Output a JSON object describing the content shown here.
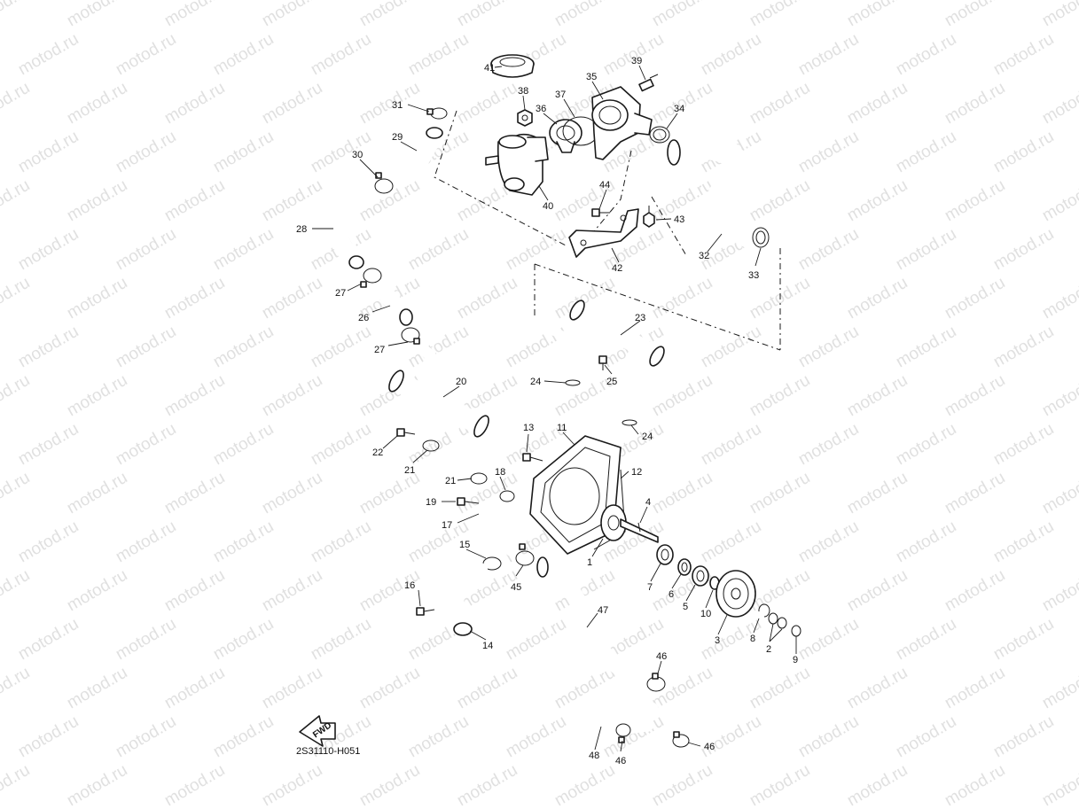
{
  "watermark": "motod.ru",
  "diagram_code": "2S31110-H051",
  "fwd_label": "FWD",
  "callouts": [
    {
      "id": "c1",
      "label": "1"
    },
    {
      "id": "c2",
      "label": "2"
    },
    {
      "id": "c3",
      "label": "3"
    },
    {
      "id": "c4",
      "label": "4"
    },
    {
      "id": "c5",
      "label": "5"
    },
    {
      "id": "c6",
      "label": "6"
    },
    {
      "id": "c7",
      "label": "7"
    },
    {
      "id": "c8",
      "label": "8"
    },
    {
      "id": "c9",
      "label": "9"
    },
    {
      "id": "c10",
      "label": "10"
    },
    {
      "id": "c11",
      "label": "11"
    },
    {
      "id": "c12",
      "label": "12"
    },
    {
      "id": "c13",
      "label": "13"
    },
    {
      "id": "c14",
      "label": "14"
    },
    {
      "id": "c15",
      "label": "15"
    },
    {
      "id": "c16",
      "label": "16"
    },
    {
      "id": "c17",
      "label": "17"
    },
    {
      "id": "c18",
      "label": "18"
    },
    {
      "id": "c19",
      "label": "19"
    },
    {
      "id": "c20",
      "label": "20"
    },
    {
      "id": "c21a",
      "label": "21"
    },
    {
      "id": "c21b",
      "label": "21"
    },
    {
      "id": "c22",
      "label": "22"
    },
    {
      "id": "c23",
      "label": "23"
    },
    {
      "id": "c24a",
      "label": "24"
    },
    {
      "id": "c24b",
      "label": "24"
    },
    {
      "id": "c25",
      "label": "25"
    },
    {
      "id": "c26",
      "label": "26"
    },
    {
      "id": "c27a",
      "label": "27"
    },
    {
      "id": "c27b",
      "label": "27"
    },
    {
      "id": "c28",
      "label": "28"
    },
    {
      "id": "c29",
      "label": "29"
    },
    {
      "id": "c30",
      "label": "30"
    },
    {
      "id": "c31",
      "label": "31"
    },
    {
      "id": "c32",
      "label": "32"
    },
    {
      "id": "c33",
      "label": "33"
    },
    {
      "id": "c34",
      "label": "34"
    },
    {
      "id": "c35",
      "label": "35"
    },
    {
      "id": "c36",
      "label": "36"
    },
    {
      "id": "c37",
      "label": "37"
    },
    {
      "id": "c38",
      "label": "38"
    },
    {
      "id": "c39",
      "label": "39"
    },
    {
      "id": "c40",
      "label": "40"
    },
    {
      "id": "c41",
      "label": "41"
    },
    {
      "id": "c42",
      "label": "42"
    },
    {
      "id": "c43",
      "label": "43"
    },
    {
      "id": "c44",
      "label": "44"
    },
    {
      "id": "c45",
      "label": "45"
    },
    {
      "id": "c46a",
      "label": "46"
    },
    {
      "id": "c46b",
      "label": "46"
    },
    {
      "id": "c46c",
      "label": "46"
    },
    {
      "id": "c47",
      "label": "47"
    },
    {
      "id": "c48",
      "label": "48"
    }
  ]
}
